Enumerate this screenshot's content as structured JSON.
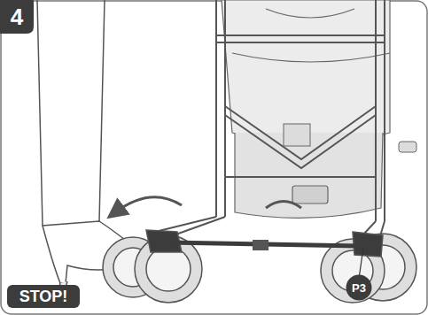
{
  "diagram": {
    "nodes": [
      {
        "text": [
          "4"
        ]
      },
      {
        "text": [
          "P3"
        ]
      },
      {
        "text": [
          "STOP!"
        ]
      }
    ]
  }
}
